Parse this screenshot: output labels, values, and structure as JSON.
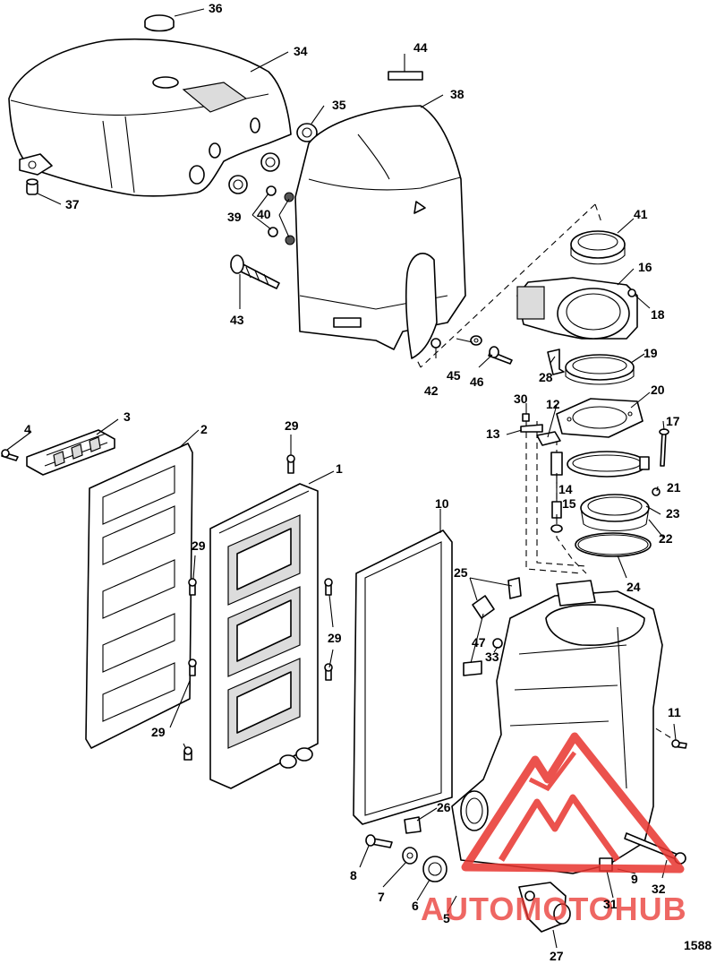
{
  "diagram": {
    "figure_number": "1588",
    "watermark_text": "AUTOMOTOHUB",
    "watermark_color": "#e8342f",
    "callouts": [
      "1",
      "2",
      "3",
      "4",
      "5",
      "6",
      "7",
      "8",
      "9",
      "10",
      "11",
      "12",
      "13",
      "14",
      "15",
      "16",
      "17",
      "18",
      "19",
      "20",
      "21",
      "22",
      "23",
      "24",
      "25",
      "26",
      "27",
      "28",
      "29",
      "30",
      "31",
      "32",
      "33",
      "34",
      "35",
      "36",
      "37",
      "38",
      "39",
      "40",
      "41",
      "42",
      "43",
      "44",
      "45",
      "46",
      "47"
    ]
  }
}
